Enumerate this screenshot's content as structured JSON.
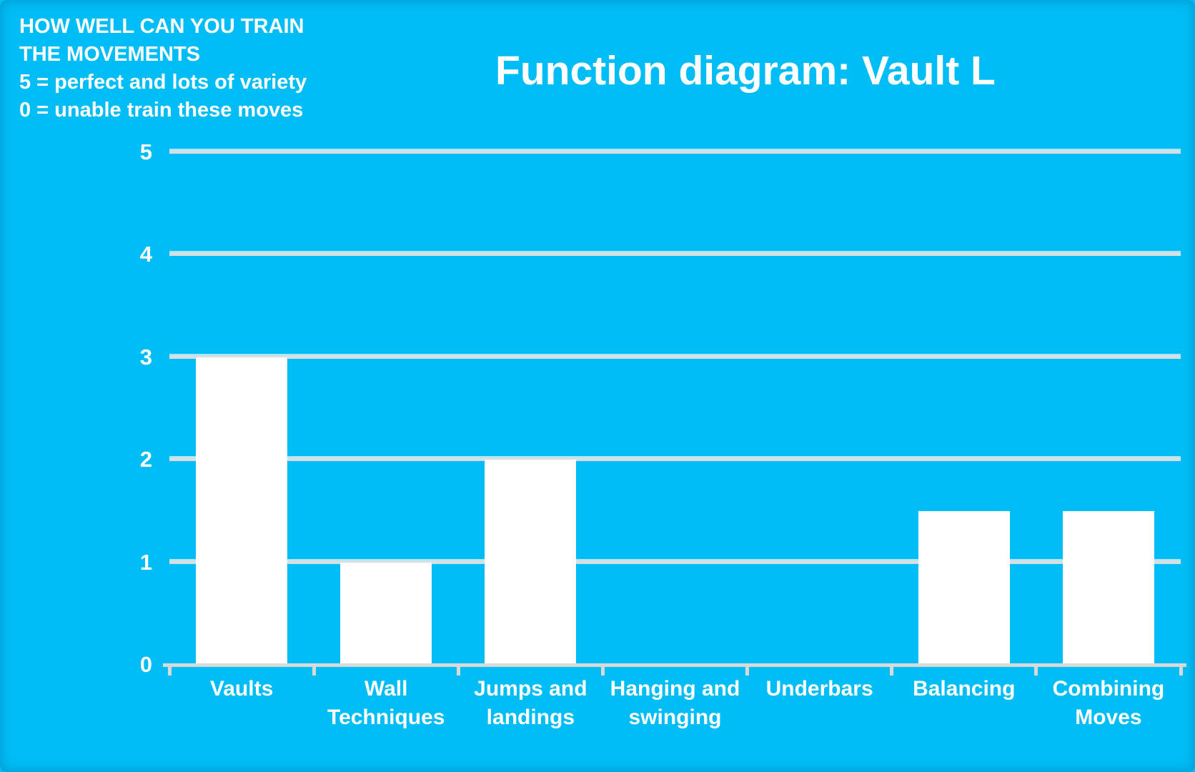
{
  "note": {
    "lines": [
      "HOW WELL CAN YOU TRAIN",
      "THE MOVEMENTS",
      "5 = perfect and lots of variety",
      "0 = unable train these moves"
    ]
  },
  "colors": {
    "background": "#00bdf5",
    "bar": "#ffffff",
    "gridline": "#d6dfe3",
    "axis": "#d9d9d9",
    "text": "#ffffff"
  },
  "chart_data": {
    "type": "bar",
    "title": "Function diagram: Vault L",
    "categories": [
      "Vaults",
      "Wall Techniques",
      "Jumps and landings",
      "Hanging and swinging",
      "Underbars",
      "Balancing",
      "Combining Moves"
    ],
    "values": [
      3,
      1,
      2,
      0,
      0,
      1.5,
      1.5
    ],
    "label_lines": [
      [
        "Vaults"
      ],
      [
        "Wall",
        "Techniques"
      ],
      [
        "Jumps and",
        "landings"
      ],
      [
        "Hanging and",
        "swinging"
      ],
      [
        "Underbars"
      ],
      [
        "Balancing"
      ],
      [
        "Combining",
        "Moves"
      ]
    ],
    "xlabel": "",
    "ylabel": "",
    "ylim": [
      0,
      5
    ],
    "yticks": [
      0,
      1,
      2,
      3,
      4,
      5
    ],
    "grid": true,
    "legend": false
  }
}
